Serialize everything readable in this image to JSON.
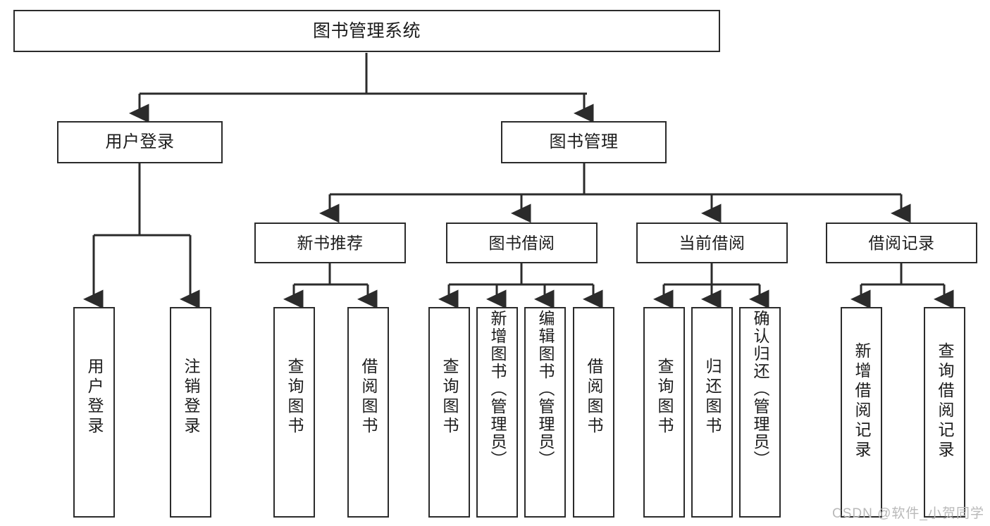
{
  "diagram": {
    "title": "图书管理系统",
    "watermark": "CSDN @软件_小贺同学",
    "colors": {
      "box_border": "#2b2b2b",
      "link": "#2b2b2b",
      "text": "#1c1c1c",
      "background": "#ffffff",
      "watermark": "#b9b9b9"
    },
    "nodes": {
      "root": {
        "label": "图书管理系统"
      },
      "level1": [
        {
          "label": "用户登录"
        },
        {
          "label": "图书管理"
        }
      ],
      "level2": [
        {
          "label": "新书推荐"
        },
        {
          "label": "图书借阅"
        },
        {
          "label": "当前借阅"
        },
        {
          "label": "借阅记录"
        }
      ],
      "leaves": {
        "user_login": [
          {
            "label": "用户登录"
          },
          {
            "label": "注销登录"
          }
        ],
        "new_book_recommend": [
          {
            "label": "查询图书"
          },
          {
            "label": "借阅图书"
          }
        ],
        "book_borrow": [
          {
            "label": "查询图书"
          },
          {
            "label": "新增图书（管理员）"
          },
          {
            "label": "编辑图书（管理员）"
          },
          {
            "label": "借阅图书"
          }
        ],
        "current_borrow": [
          {
            "label": "查询图书"
          },
          {
            "label": "归还图书"
          },
          {
            "label": "确认归还（管理员）"
          }
        ],
        "borrow_record": [
          {
            "label": "新增借阅记录"
          },
          {
            "label": "查询借阅记录"
          }
        ]
      }
    }
  }
}
